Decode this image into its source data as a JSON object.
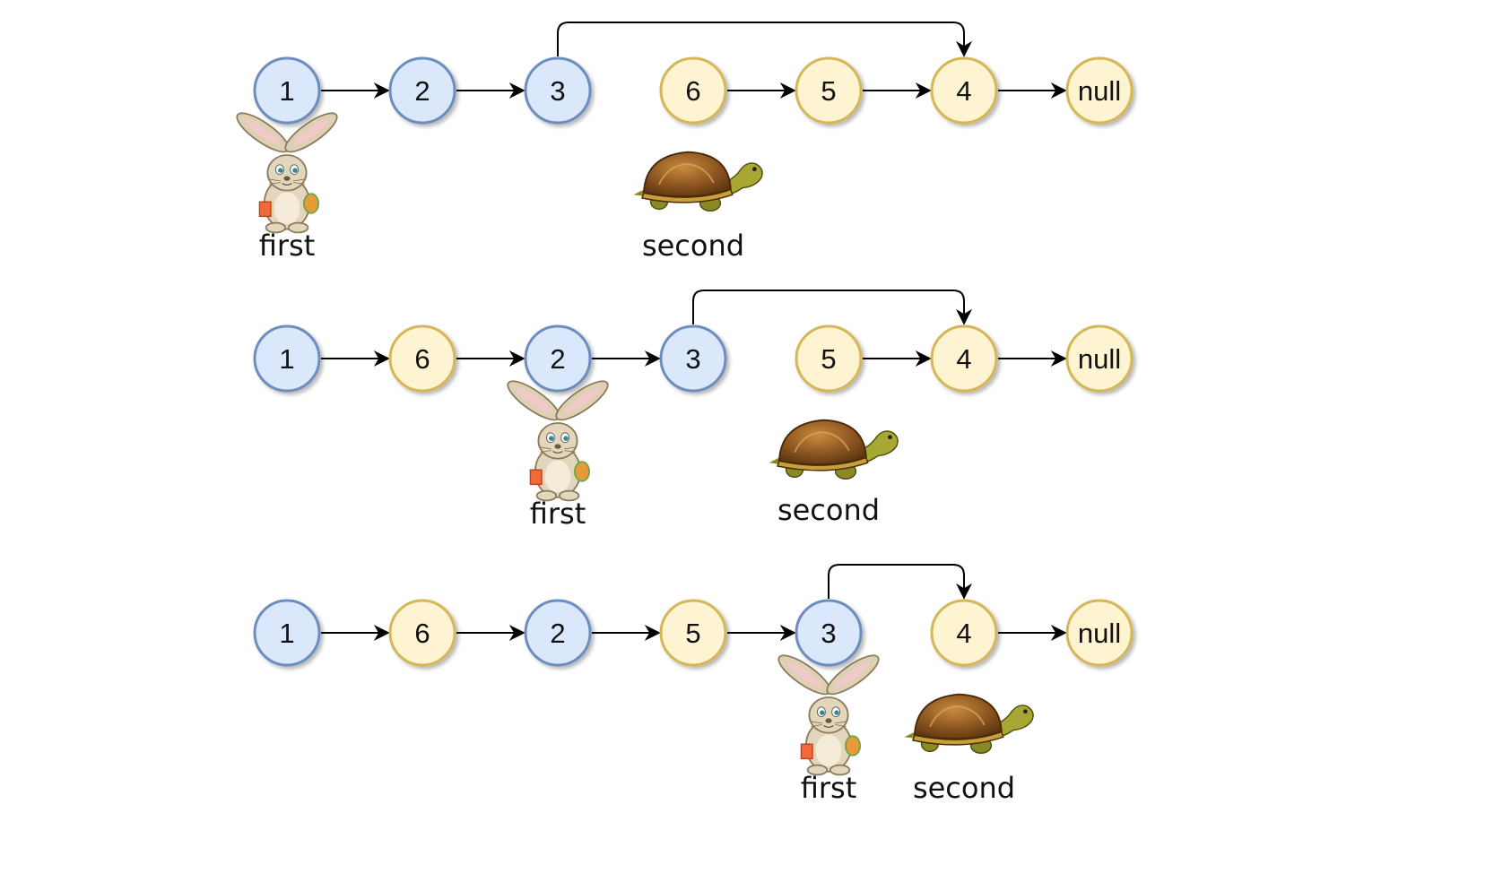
{
  "colors": {
    "blue_fill": "#dbe8fb",
    "blue_stroke": "#6c8ebf",
    "yellow_fill": "#fff4d2",
    "yellow_stroke": "#d6b656",
    "arrow": "#000000"
  },
  "icons": {
    "first_pointer": "rabbit-icon",
    "second_pointer": "turtle-icon"
  },
  "rows": [
    {
      "main_chain": [
        {
          "label": "1",
          "color": "blue"
        },
        {
          "label": "2",
          "color": "blue"
        },
        {
          "label": "3",
          "color": "blue"
        }
      ],
      "rest_chain": [
        {
          "label": "6",
          "color": "yellow"
        },
        {
          "label": "5",
          "color": "yellow"
        },
        {
          "label": "4",
          "color": "yellow"
        },
        {
          "label": "null",
          "color": "yellow"
        }
      ],
      "jump_from": "3",
      "jump_to": "4",
      "first_label": "first",
      "second_label": "second"
    },
    {
      "main_chain": [
        {
          "label": "1",
          "color": "blue"
        },
        {
          "label": "6",
          "color": "yellow"
        },
        {
          "label": "2",
          "color": "blue"
        },
        {
          "label": "3",
          "color": "blue"
        }
      ],
      "rest_chain": [
        {
          "label": "5",
          "color": "yellow"
        },
        {
          "label": "4",
          "color": "yellow"
        },
        {
          "label": "null",
          "color": "yellow"
        }
      ],
      "jump_from": "3",
      "jump_to": "4",
      "first_label": "first",
      "second_label": "second"
    },
    {
      "main_chain": [
        {
          "label": "1",
          "color": "blue"
        },
        {
          "label": "6",
          "color": "yellow"
        },
        {
          "label": "2",
          "color": "blue"
        },
        {
          "label": "5",
          "color": "yellow"
        },
        {
          "label": "3",
          "color": "blue"
        }
      ],
      "rest_chain": [
        {
          "label": "4",
          "color": "yellow"
        },
        {
          "label": "null",
          "color": "yellow"
        }
      ],
      "jump_from": "3",
      "jump_to": "4",
      "first_label": "first",
      "second_label": "second"
    }
  ]
}
